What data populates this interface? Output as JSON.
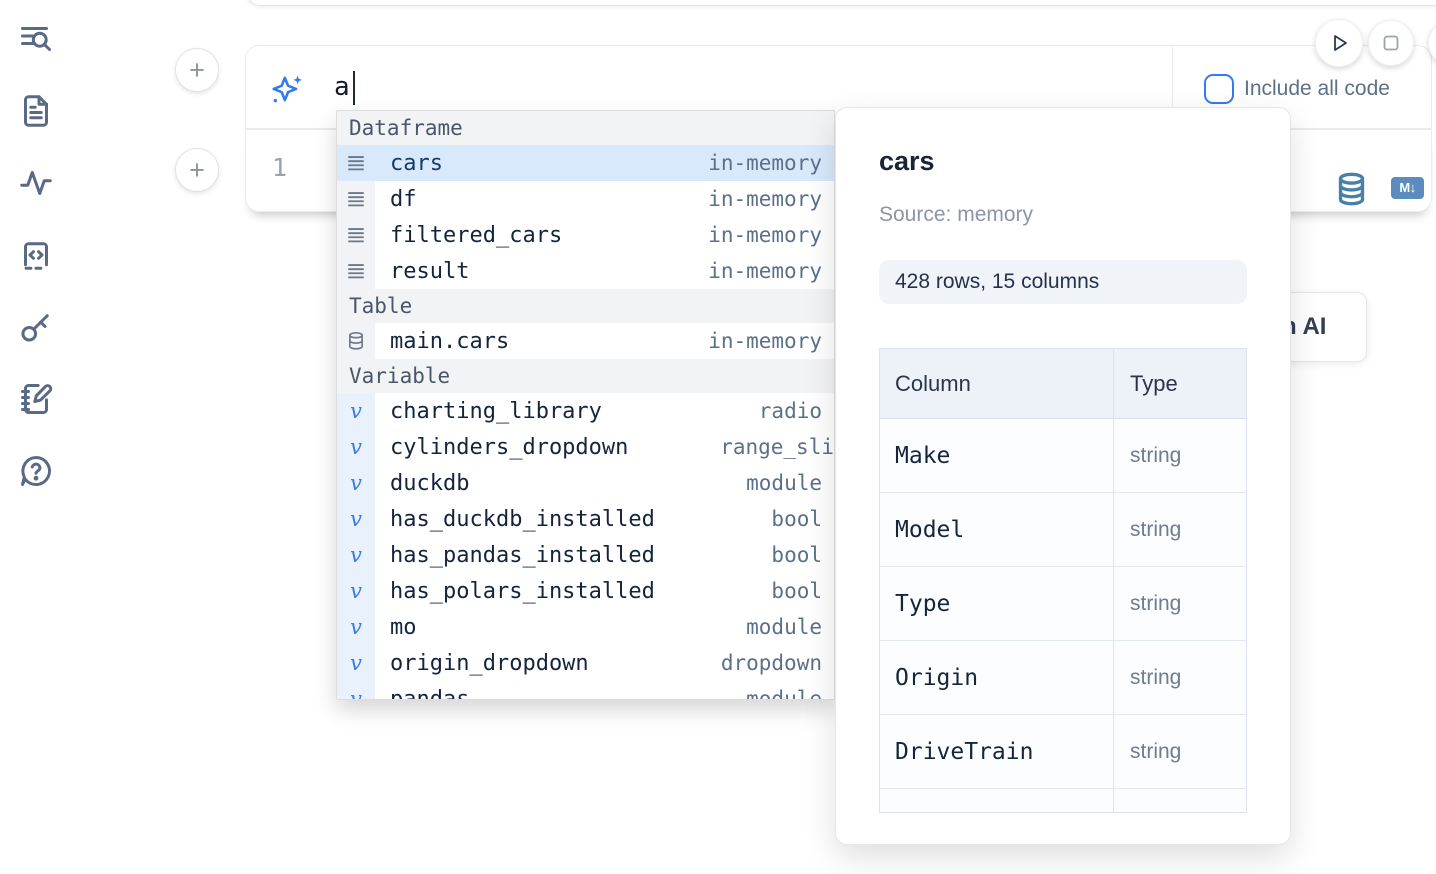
{
  "sidebar": {
    "icons": [
      {
        "name": "file-search-icon"
      },
      {
        "name": "file-document-icon"
      },
      {
        "name": "activity-icon"
      },
      {
        "name": "code-snippets-icon"
      },
      {
        "name": "key-icon"
      },
      {
        "name": "scratchpad-icon"
      },
      {
        "name": "help-chat-icon"
      }
    ]
  },
  "run_controls": {
    "play_button": "run-cell",
    "stop_button": "stop-kernel"
  },
  "ai_prompt": {
    "text": "a",
    "include_all_code_label": "Include all code",
    "checkbox_checked": false
  },
  "cell": {
    "line_number": "1",
    "markdown_badge": "M↓"
  },
  "ai_button": {
    "visible_label": "h AI"
  },
  "autocomplete": {
    "sections": [
      {
        "label": "Dataframe",
        "icon": "rows-icon",
        "items": [
          {
            "name": "cars",
            "type": "in-memory",
            "selected": true
          },
          {
            "name": "df",
            "type": "in-memory"
          },
          {
            "name": "filtered_cars",
            "type": "in-memory"
          },
          {
            "name": "result",
            "type": "in-memory"
          }
        ]
      },
      {
        "label": "Table",
        "icon": "database-icon",
        "items": [
          {
            "name": "main.cars",
            "type": "in-memory"
          }
        ]
      },
      {
        "label": "Variable",
        "icon": "variable-icon",
        "items": [
          {
            "name": "charting_library",
            "type": "radio"
          },
          {
            "name": "cylinders_dropdown",
            "type": "range_sli",
            "flush": true
          },
          {
            "name": "duckdb",
            "type": "module"
          },
          {
            "name": "has_duckdb_installed",
            "type": "bool"
          },
          {
            "name": "has_pandas_installed",
            "type": "bool"
          },
          {
            "name": "has_polars_installed",
            "type": "bool"
          },
          {
            "name": "mo",
            "type": "module"
          },
          {
            "name": "origin_dropdown",
            "type": "dropdown"
          },
          {
            "name": "pandas",
            "type": "module",
            "clipped": true
          }
        ]
      }
    ]
  },
  "preview": {
    "title": "cars",
    "source": "Source: memory",
    "shape_badge": "428 rows, 15 columns",
    "table": {
      "headers": [
        "Column",
        "Type"
      ],
      "rows": [
        [
          "Make",
          "string"
        ],
        [
          "Model",
          "string"
        ],
        [
          "Type",
          "string"
        ],
        [
          "Origin",
          "string"
        ],
        [
          "DriveTrain",
          "string"
        ]
      ]
    }
  },
  "colors": {
    "accent_blue": "#3479f6",
    "selection_blue": "#d8e9fc",
    "steel_blue": "#4a80a8",
    "markdown_badge_bg": "#5b8cbd",
    "slate_icon": "#5a6a85"
  }
}
